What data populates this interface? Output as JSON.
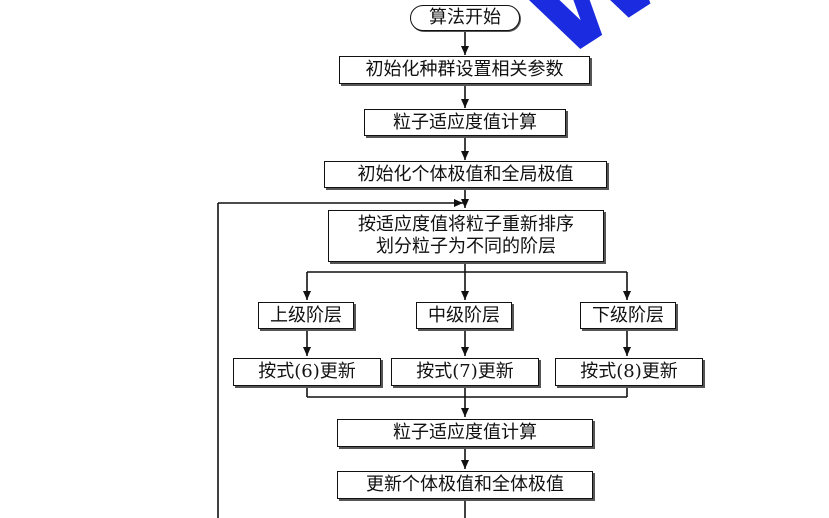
{
  "nodes": {
    "start": "算法开始",
    "init_params": "初始化种群设置相关参数",
    "fitness_1": "粒子适应度值计算",
    "init_extremes": "初始化个体极值和全局极值",
    "sort_line1": "按适应度值将粒子重新排序",
    "sort_line2": "划分粒子为不同的阶层",
    "upper_level": "上级阶层",
    "middle_level": "中级阶层",
    "lower_level": "下级阶层",
    "update_6": "按式(6)更新",
    "update_7": "按式(7)更新",
    "update_8": "按式(8)更新",
    "fitness_2": "粒子适应度值计算",
    "update_extremes": "更新个体极值和全体极值"
  },
  "watermark": "WWW"
}
